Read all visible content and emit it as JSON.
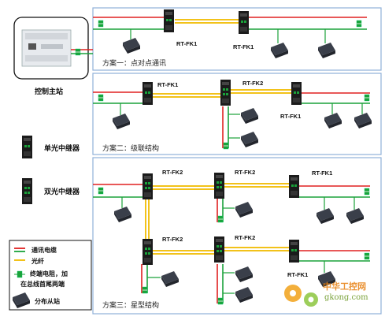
{
  "control_station": {
    "label": "控制主站"
  },
  "scheme1": {
    "label": "方案一：点对点通讯",
    "repeaters": [
      "RT-FK1",
      "RT-FK1"
    ]
  },
  "scheme2": {
    "label": "方案二：级联结构",
    "repeaters": [
      "RT-FK1",
      "RT-FK2",
      "RT-FK1"
    ]
  },
  "scheme3": {
    "label": "方案三：星型结构",
    "repeaters": [
      "RT-FK2",
      "RT-FK2",
      "RT-FK1",
      "RT-FK2",
      "RT-FK2",
      "RT-FK1"
    ]
  },
  "device_legend": {
    "single": "单光中继器",
    "dual": "双光中继器"
  },
  "legend": {
    "cable": "通讯电缆",
    "fiber": "光纤",
    "terminal_line1": "终端电阻，加",
    "terminal_line2": "在总线首尾两端",
    "slave": "分布从站"
  },
  "watermark": {
    "cn": "中华工控网",
    "url": "gkong.com"
  },
  "colors": {
    "cable": "#e02020",
    "fiber": "#f2c21a",
    "green_bus": "#1aa23a",
    "frame": "#8fb0d8"
  }
}
